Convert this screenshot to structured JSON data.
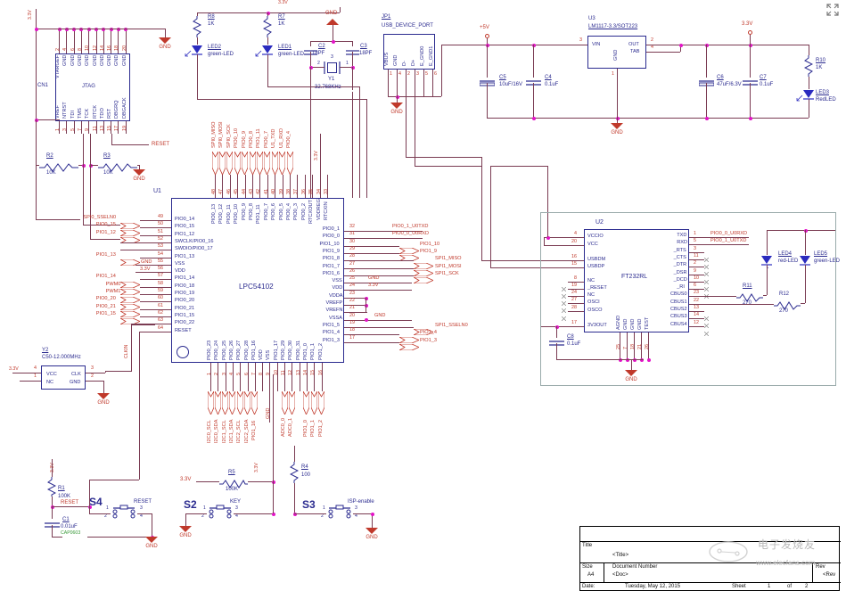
{
  "sheet": {
    "title_label": "Title",
    "title_value": "<Title>",
    "size_label": "Size",
    "size_value": "A4",
    "docnum_label": "Document Number",
    "docnum_value": "<Doc>",
    "rev_label": "Rev",
    "rev_value": "<Rev",
    "date_label": "Date:",
    "date_value": "Tuesday, May 12, 2015",
    "sheet_label": "Sheet",
    "sheet_num": "1",
    "sheet_of": "of",
    "sheet_total": "2",
    "watermark_cn": "电子发烧友",
    "watermark_url": "www.elecfans.com",
    "expand_icon": "⤡"
  },
  "nets": {
    "v33": "3.3V",
    "v5": "+5V",
    "gnd": "GND",
    "reset": "RESET",
    "clkin": "CLKIN"
  },
  "jtag": {
    "ref": "CN1",
    "name": "JTAG",
    "top_pins": [
      {
        "num": "2",
        "name": "VTARGEF"
      },
      {
        "num": "4",
        "name": "GND"
      },
      {
        "num": "6",
        "name": "GND"
      },
      {
        "num": "8",
        "name": "GND"
      },
      {
        "num": "10",
        "name": "GND"
      },
      {
        "num": "12",
        "name": "GND"
      },
      {
        "num": "14",
        "name": "GND"
      },
      {
        "num": "16",
        "name": "GND"
      },
      {
        "num": "18",
        "name": "GND"
      },
      {
        "num": "20",
        "name": "GND"
      }
    ],
    "bottom_pins": [
      {
        "num": "1",
        "name": "VREF"
      },
      {
        "num": "3",
        "name": "NTRST"
      },
      {
        "num": "5",
        "name": "TDI"
      },
      {
        "num": "7",
        "name": "TMS"
      },
      {
        "num": "9",
        "name": "TCK"
      },
      {
        "num": "11",
        "name": "RTCK"
      },
      {
        "num": "13",
        "name": "TDO"
      },
      {
        "num": "15",
        "name": "RST"
      },
      {
        "num": "17",
        "name": "DBGRQ"
      },
      {
        "num": "19",
        "name": "DBGACK"
      }
    ]
  },
  "resistors": [
    {
      "ref": "R2",
      "value": "10K"
    },
    {
      "ref": "R3",
      "value": "10K"
    },
    {
      "ref": "R8",
      "value": "1K"
    },
    {
      "ref": "R7",
      "value": "1K"
    },
    {
      "ref": "R10",
      "value": "1K"
    },
    {
      "ref": "R11",
      "value": "270"
    },
    {
      "ref": "R12",
      "value": "270"
    },
    {
      "ref": "R1",
      "value": "100K"
    },
    {
      "ref": "R5",
      "value": "100K"
    },
    {
      "ref": "R4",
      "value": "100"
    }
  ],
  "leds": [
    {
      "ref": "LED2",
      "value": "green-LED"
    },
    {
      "ref": "LED1",
      "value": "green-LED"
    },
    {
      "ref": "LED3",
      "value": "RedLED"
    },
    {
      "ref": "LED4",
      "value": "red-LED"
    },
    {
      "ref": "LED5",
      "value": "green-LED"
    }
  ],
  "caps": [
    {
      "ref": "C2",
      "value": "18PF"
    },
    {
      "ref": "C3",
      "value": "18PF"
    },
    {
      "ref": "C5",
      "value": "10uF/16V"
    },
    {
      "ref": "C4",
      "value": "0.1uF"
    },
    {
      "ref": "C6",
      "value": "47uF/6.3V"
    },
    {
      "ref": "C7",
      "value": "0.1uF"
    },
    {
      "ref": "C8",
      "value": "0.1uF"
    },
    {
      "ref": "C1",
      "value": "0.01uF",
      "footprint": "CAP0603"
    }
  ],
  "crystal": {
    "ref": "Y1",
    "value": "32.768KHz",
    "p1": "1",
    "p2": "2",
    "p3": "3"
  },
  "oscillator": {
    "ref": "Y2",
    "value": "C50-12.000MHz",
    "pins": [
      {
        "num": "4",
        "name": "VCC"
      },
      {
        "num": "1",
        "name": "NC"
      },
      {
        "num": "3",
        "name": "CLK"
      },
      {
        "num": "2",
        "name": "GND"
      }
    ]
  },
  "usb": {
    "ref": "JP1",
    "name": "USB_DEVICE_PORT",
    "pins": [
      {
        "num": "1",
        "name": "VBUS"
      },
      {
        "num": "4",
        "name": "GND"
      },
      {
        "num": "2",
        "name": "D-"
      },
      {
        "num": "3",
        "name": "D+"
      },
      {
        "num": "5",
        "name": "E_GND0"
      },
      {
        "num": "6",
        "name": "E_GND1"
      }
    ]
  },
  "regulator": {
    "ref": "U3",
    "part": "LM1117-3.3/SOT223",
    "pins": [
      {
        "num": "3",
        "name": "VIN"
      },
      {
        "num": "1",
        "name": "GND"
      },
      {
        "num": "2",
        "name": "OUT"
      },
      {
        "num": "4",
        "name": "TAB"
      }
    ]
  },
  "mcu": {
    "ref": "U1",
    "part": "LPC54102",
    "left_pins": [
      {
        "num": "49",
        "name": "PIO0_14",
        "net": "SPI0_SSELN0"
      },
      {
        "num": "50",
        "name": "PIO0_15",
        "net": "PIO0_15"
      },
      {
        "num": "51",
        "name": "PIO1_12",
        "net": "PIO1_12"
      },
      {
        "num": "52",
        "name": "SWCLK/PIO0_16",
        "net": ""
      },
      {
        "num": "53",
        "name": "SWDIO/PIO0_17",
        "net": ""
      },
      {
        "num": "54",
        "name": "PIO1_13",
        "net": "PIO1_13"
      },
      {
        "num": "55",
        "name": "VSS",
        "net": "GND"
      },
      {
        "num": "56",
        "name": "VDD",
        "net": "3.3V"
      },
      {
        "num": "57",
        "name": "PIO1_14",
        "net": "PIO1_14"
      },
      {
        "num": "58",
        "name": "PIO0_18",
        "net": "PWM0"
      },
      {
        "num": "59",
        "name": "PIO0_19",
        "net": "PWM1"
      },
      {
        "num": "60",
        "name": "PIO0_20",
        "net": "PIO0_20"
      },
      {
        "num": "61",
        "name": "PIO0_21",
        "net": "PIO0_21"
      },
      {
        "num": "62",
        "name": "PIO1_15",
        "net": "PIO1_15"
      },
      {
        "num": "63",
        "name": "PIO0_22",
        "net": ""
      },
      {
        "num": "64",
        "name": "RESET",
        "net": ""
      }
    ],
    "right_pins": [
      {
        "num": "32",
        "name": "PIO0_1",
        "net": "PIO0_1_U0TXD"
      },
      {
        "num": "31",
        "name": "PIO0_0",
        "net": "PIO0_0_U0RXD"
      },
      {
        "num": "30",
        "name": "PIO1_10",
        "net": "PIO1_10"
      },
      {
        "num": "29",
        "name": "PIO1_9",
        "net": "PIO1_9"
      },
      {
        "num": "28",
        "name": "PIO1_8",
        "net": "SPI1_MISO"
      },
      {
        "num": "27",
        "name": "PIO1_7",
        "net": "SPI1_MOSI"
      },
      {
        "num": "26",
        "name": "PIO1_6",
        "net": "SPI1_SCK"
      },
      {
        "num": "25",
        "name": "VSS",
        "net": "GND"
      },
      {
        "num": "24",
        "name": "VDD",
        "net": "3.3V"
      },
      {
        "num": "23",
        "name": "VDDA",
        "net": ""
      },
      {
        "num": "22",
        "name": "VREFP",
        "net": ""
      },
      {
        "num": "21",
        "name": "VREFN",
        "net": ""
      },
      {
        "num": "20",
        "name": "VSSA",
        "net": "GND"
      },
      {
        "num": "19",
        "name": "PIO1_5",
        "net": "SPI1_SSELN0"
      },
      {
        "num": "18",
        "name": "PIO1_4",
        "net": "PIO1_4"
      },
      {
        "num": "17",
        "name": "PIO1_3",
        "net": "PIO1_3"
      }
    ],
    "top_pins": [
      {
        "num": "48",
        "name": "PIO0_13",
        "net": "SPI0_MISO"
      },
      {
        "num": "47",
        "name": "PIO0_12",
        "net": "SPI0_MOSI"
      },
      {
        "num": "46",
        "name": "PIO0_11",
        "net": "SPI0_SCK"
      },
      {
        "num": "45",
        "name": "PIO0_10",
        "net": "PIO0_10"
      },
      {
        "num": "44",
        "name": "PIO0_9",
        "net": "PIO0_9"
      },
      {
        "num": "43",
        "name": "PIO0_8",
        "net": "PIO0_8"
      },
      {
        "num": "42",
        "name": "PIO1_11",
        "net": "PIO1_11"
      },
      {
        "num": "41",
        "name": "PIO0_7",
        "net": "PIO0_7"
      },
      {
        "num": "40",
        "name": "PIO0_6",
        "net": "U1_TXD"
      },
      {
        "num": "39",
        "name": "PIO0_5",
        "net": "U1_RXD"
      },
      {
        "num": "38",
        "name": "PIO0_4",
        "net": "PIO0_4"
      },
      {
        "num": "37",
        "name": "PIO0_3",
        "net": ""
      },
      {
        "num": "36",
        "name": "PIO0_2",
        "net": ""
      },
      {
        "num": "35",
        "name": "RTCXOUT",
        "net": ""
      },
      {
        "num": "34",
        "name": "VDDREG",
        "net": "3.3V"
      },
      {
        "num": "33",
        "name": "RTCXIN",
        "net": ""
      }
    ],
    "bottom_pins": [
      {
        "num": "1",
        "name": "PIO0_23",
        "net": "I2C0_SCL"
      },
      {
        "num": "2",
        "name": "PIO0_24",
        "net": "I2C0_SDA"
      },
      {
        "num": "3",
        "name": "PIO0_25",
        "net": "I2C1_SCL"
      },
      {
        "num": "4",
        "name": "PIO0_26",
        "net": "I2C1_SDA"
      },
      {
        "num": "5",
        "name": "PIO0_27",
        "net": "I2C2_SCL"
      },
      {
        "num": "6",
        "name": "PIO0_28",
        "net": "I2C2_SDA"
      },
      {
        "num": "7",
        "name": "PIO1_16",
        "net": "PIO1_16"
      },
      {
        "num": "8",
        "name": "VDD",
        "net": ""
      },
      {
        "num": "9",
        "name": "VSS",
        "net": "GND"
      },
      {
        "num": "10",
        "name": "PIO1_17",
        "net": ""
      },
      {
        "num": "11",
        "name": "PIO0_29",
        "net": "ADC0_0"
      },
      {
        "num": "12",
        "name": "PIO0_30",
        "net": "ADC0_1"
      },
      {
        "num": "13",
        "name": "PIO0_31",
        "net": ""
      },
      {
        "num": "14",
        "name": "PIO1_0",
        "net": "PIO1_0"
      },
      {
        "num": "15",
        "name": "PIO1_1",
        "net": "PIO1_1"
      },
      {
        "num": "16",
        "name": "PIO1_2",
        "net": "PIO1_2"
      }
    ]
  },
  "usb_uart": {
    "ref": "U2",
    "part": "FT232RL",
    "left_pins": [
      {
        "num": "4",
        "name": "VCCIO"
      },
      {
        "num": "20",
        "name": "VCC"
      },
      {
        "num": "16",
        "name": "USBDM"
      },
      {
        "num": "15",
        "name": "USBDP"
      },
      {
        "num": "8",
        "name": "NC"
      },
      {
        "num": "19",
        "name": "_RESET"
      },
      {
        "num": "24",
        "name": "NC"
      },
      {
        "num": "27",
        "name": "OSCI"
      },
      {
        "num": "28",
        "name": "OSCO"
      },
      {
        "num": "17",
        "name": "3V3OUT"
      }
    ],
    "right_pins": [
      {
        "num": "1",
        "name": "TXD",
        "net": "PIO0_0_U0RXD"
      },
      {
        "num": "5",
        "name": "RXD",
        "net": "PIO0_1_U0TXD"
      },
      {
        "num": "3",
        "name": "_RTS",
        "net": ""
      },
      {
        "num": "11",
        "name": "_CTS",
        "net": ""
      },
      {
        "num": "2",
        "name": "_DTR",
        "net": ""
      },
      {
        "num": "9",
        "name": "_DSR",
        "net": ""
      },
      {
        "num": "10",
        "name": "_DCD",
        "net": ""
      },
      {
        "num": "6",
        "name": "_RI",
        "net": ""
      },
      {
        "num": "23",
        "name": "CBUS0",
        "net": ""
      },
      {
        "num": "22",
        "name": "CBUS1",
        "net": ""
      },
      {
        "num": "13",
        "name": "CBUS2",
        "net": ""
      },
      {
        "num": "14",
        "name": "CBUS3",
        "net": ""
      },
      {
        "num": "12",
        "name": "CBUS4",
        "net": ""
      }
    ],
    "bottom_pins": [
      {
        "num": "25",
        "name": "AGND"
      },
      {
        "num": "7",
        "name": "GND"
      },
      {
        "num": "18",
        "name": "GND"
      },
      {
        "num": "21",
        "name": "GND"
      },
      {
        "num": "26",
        "name": "TEST"
      }
    ]
  },
  "switches": [
    {
      "ref": "S4",
      "func": "RESET",
      "p1": "1",
      "p2": "2",
      "p3": "3",
      "p4": "4"
    },
    {
      "ref": "S2",
      "func": "KEY",
      "p1": "1",
      "p2": "2",
      "p3": "3",
      "p4": "4"
    },
    {
      "ref": "S3",
      "func": "ISP-enable",
      "p1": "1",
      "p2": "2",
      "p3": "3",
      "p4": "4"
    }
  ]
}
